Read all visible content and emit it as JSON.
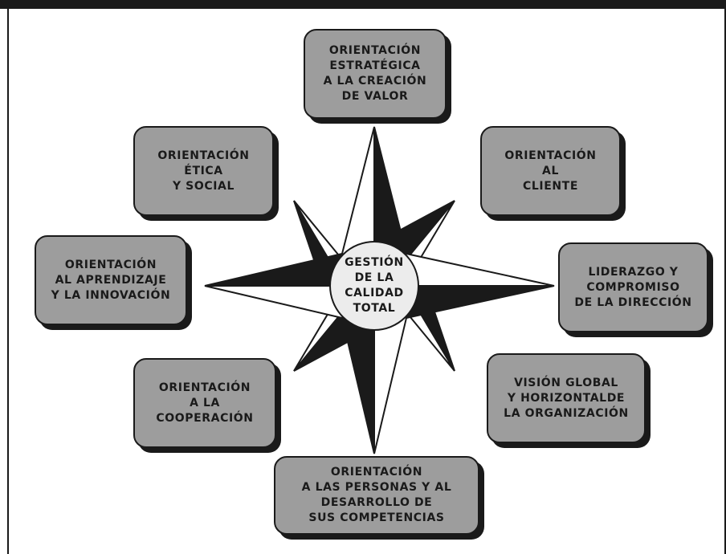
{
  "diagram": {
    "center": [
      "GESTIÓN",
      "DE LA",
      "CALIDAD",
      "TOTAL"
    ],
    "boxes": {
      "strategic": [
        "ORIENTACIÓN",
        "ESTRATÉGICA",
        "A LA CREACIÓN",
        "DE VALOR"
      ],
      "client": [
        "ORIENTACIÓN",
        "AL",
        "CLIENTE"
      ],
      "leadership": [
        "LIDERAZGO Y",
        "COMPROMISO",
        "DE LA DIRECCIÓN"
      ],
      "global_vision": [
        "VISIÓN GLOBAL",
        "Y HORIZONTALDE",
        "LA ORGANIZACIÓN"
      ],
      "people": [
        "ORIENTACIÓN",
        "A LAS PERSONAS Y AL",
        "DESARROLLO DE",
        "SUS COMPETENCIAS"
      ],
      "cooperation": [
        "ORIENTACIÓN",
        "A LA",
        "COOPERACIÓN"
      ],
      "learning": [
        "ORIENTACIÓN",
        "AL APRENDIZAJE",
        "Y LA INNOVACIÓN"
      ],
      "ethics": [
        "ORIENTACIÓN",
        "ÉTICA",
        "Y SOCIAL"
      ]
    },
    "colors": {
      "box_fill": "#9d9d9d",
      "center_fill": "#ececec",
      "ink": "#1a1a1a"
    }
  }
}
